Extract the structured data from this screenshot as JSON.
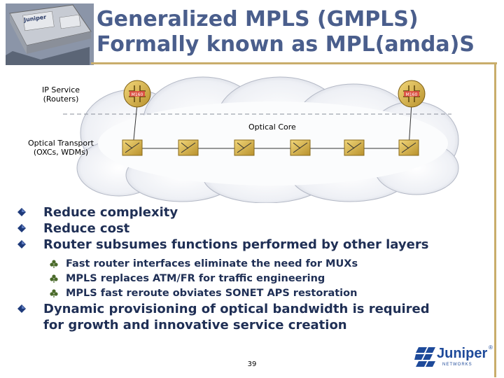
{
  "slide": {
    "title_line1": "Generalized MPLS (GMPLS)",
    "title_line2": "Formally known as MPL(amda)S",
    "page_number": "39"
  },
  "diagram": {
    "ip_service_label": "IP Service",
    "ip_service_sublabel": "(Routers)",
    "optical_core_label": "Optical Core",
    "optical_transport_label": "Optical Transport",
    "optical_transport_sublabel": "(OXCs, WDMs)",
    "router_badge": "M160"
  },
  "bullets": [
    {
      "text": "Reduce complexity",
      "sub": []
    },
    {
      "text": "Reduce cost",
      "sub": []
    },
    {
      "text": "Router subsumes functions performed by other layers",
      "sub": [
        "Fast router interfaces eliminate the need for MUXs",
        "MPLS replaces ATM/FR for traffic engineering",
        "MPLS fast reroute obviates SONET APS restoration"
      ]
    },
    {
      "text": "Dynamic provisioning of optical bandwidth is required",
      "text2": "for growth and innovative service creation",
      "sub": []
    }
  ],
  "logo": {
    "brand": "Juniper",
    "tagline": "NETWORKS",
    "trademark": "®"
  },
  "colors": {
    "title": "#4a5e8c",
    "rule": "#c9ad6b",
    "bullet_text": "#1f2f55",
    "bullet_marker": "#1e3a7a",
    "logo_blue": "#1e4a9a"
  }
}
